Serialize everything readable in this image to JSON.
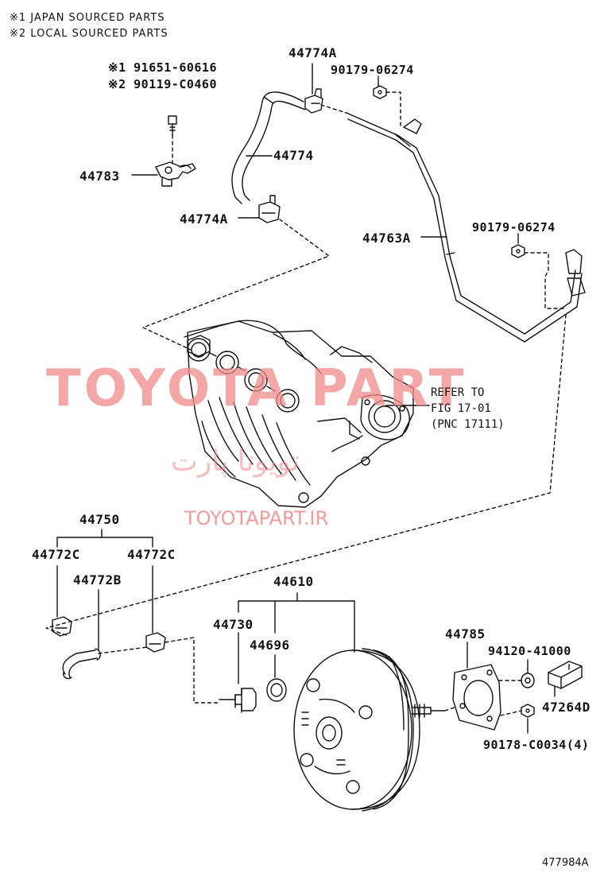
{
  "colors": {
    "watermark": "#f08a8a",
    "line": "#111111"
  },
  "notes": {
    "japan": "※1 JAPAN SOURCED PARTS",
    "local": "※2 LOCAL SOURCED PARTS"
  },
  "labels": {
    "p91651": "※1 91651-60616",
    "p90119": "※2 90119-C0460",
    "p44783": "44783",
    "p44774A_top": "44774A",
    "p44774": "44774",
    "p44774A_low": "44774A",
    "p90179_top": "90179-06274",
    "p44763A": "44763A",
    "p90179_right": "90179-06274",
    "p44750": "44750",
    "p44772C_left": "44772C",
    "p44772C_right": "44772C",
    "p44772B": "44772B",
    "p44610": "44610",
    "p44730": "44730",
    "p44696": "44696",
    "p44785": "44785",
    "p94120": "94120-41000",
    "p47264D": "47264D",
    "p90178": "90178-C0034(4)"
  },
  "reference": {
    "line1": "REFER TO",
    "line2": "FIG 17-01",
    "line3": "(PNC 17111)"
  },
  "watermark": {
    "brand": "TOYOTA PART",
    "persian": "تویوتا پارت",
    "url": "TOYOTAPART.IR"
  },
  "figure_id": "477984A"
}
